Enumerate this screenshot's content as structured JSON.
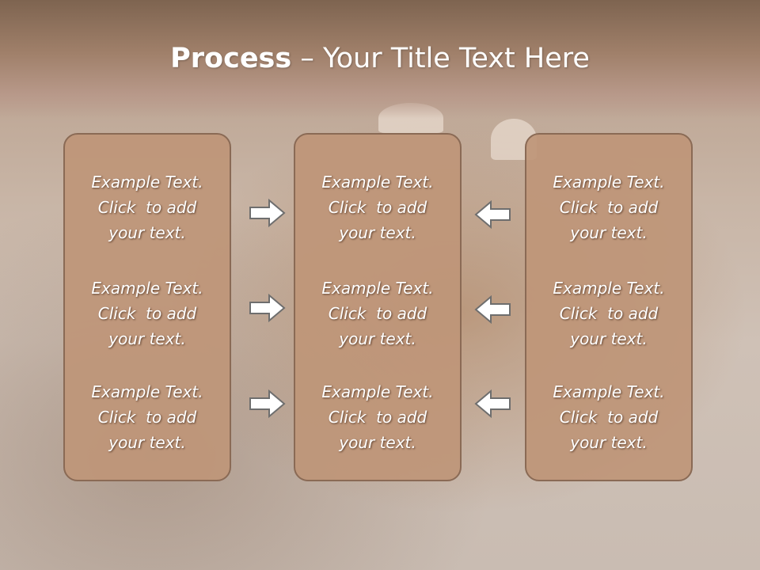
{
  "title": {
    "bold": "Process",
    "separator": " – ",
    "rest": "Your Title Text Here"
  },
  "columns": [
    {
      "items": [
        {
          "line1": "Example Text.",
          "line2": "Click  to add",
          "line3": "your text."
        },
        {
          "line1": "Example Text.",
          "line2": "Click  to add",
          "line3": "your text."
        },
        {
          "line1": "Example Text.",
          "line2": "Click  to add",
          "line3": "your text."
        }
      ]
    },
    {
      "items": [
        {
          "line1": "Example Text.",
          "line2": "Click  to add",
          "line3": "your text."
        },
        {
          "line1": "Example Text.",
          "line2": "Click  to add",
          "line3": "your text."
        },
        {
          "line1": "Example Text.",
          "line2": "Click  to add",
          "line3": "your text."
        }
      ]
    },
    {
      "items": [
        {
          "line1": "Example Text.",
          "line2": "Click  to add",
          "line3": "your text."
        },
        {
          "line1": "Example Text.",
          "line2": "Click  to add",
          "line3": "your text."
        },
        {
          "line1": "Example Text.",
          "line2": "Click  to add",
          "line3": "your text."
        }
      ]
    }
  ],
  "arrows": {
    "left_group": "arrow-right-icon",
    "right_group": "arrow-left-icon"
  },
  "colors": {
    "panel": "#be9678",
    "panel_border": "#8a6a55",
    "header": "#7e6450",
    "text": "#ffffff"
  }
}
